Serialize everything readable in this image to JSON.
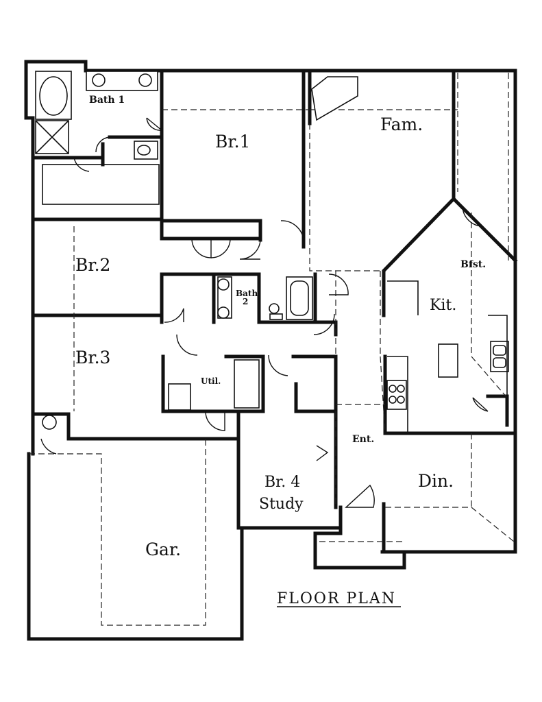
{
  "title": "FLOOR PLAN",
  "rooms": {
    "bath1": "Bath 1",
    "br1": "Br.1",
    "fam": "Fam.",
    "br2": "Br.2",
    "bath2_a": "Bath",
    "bath2_b": "2",
    "bfst": "Bfst.",
    "kit": "Kit.",
    "br3": "Br.3",
    "util": "Util.",
    "ent": "Ent.",
    "br4_a": "Br. 4",
    "br4_b": "Study",
    "din": "Din.",
    "gar": "Gar."
  }
}
